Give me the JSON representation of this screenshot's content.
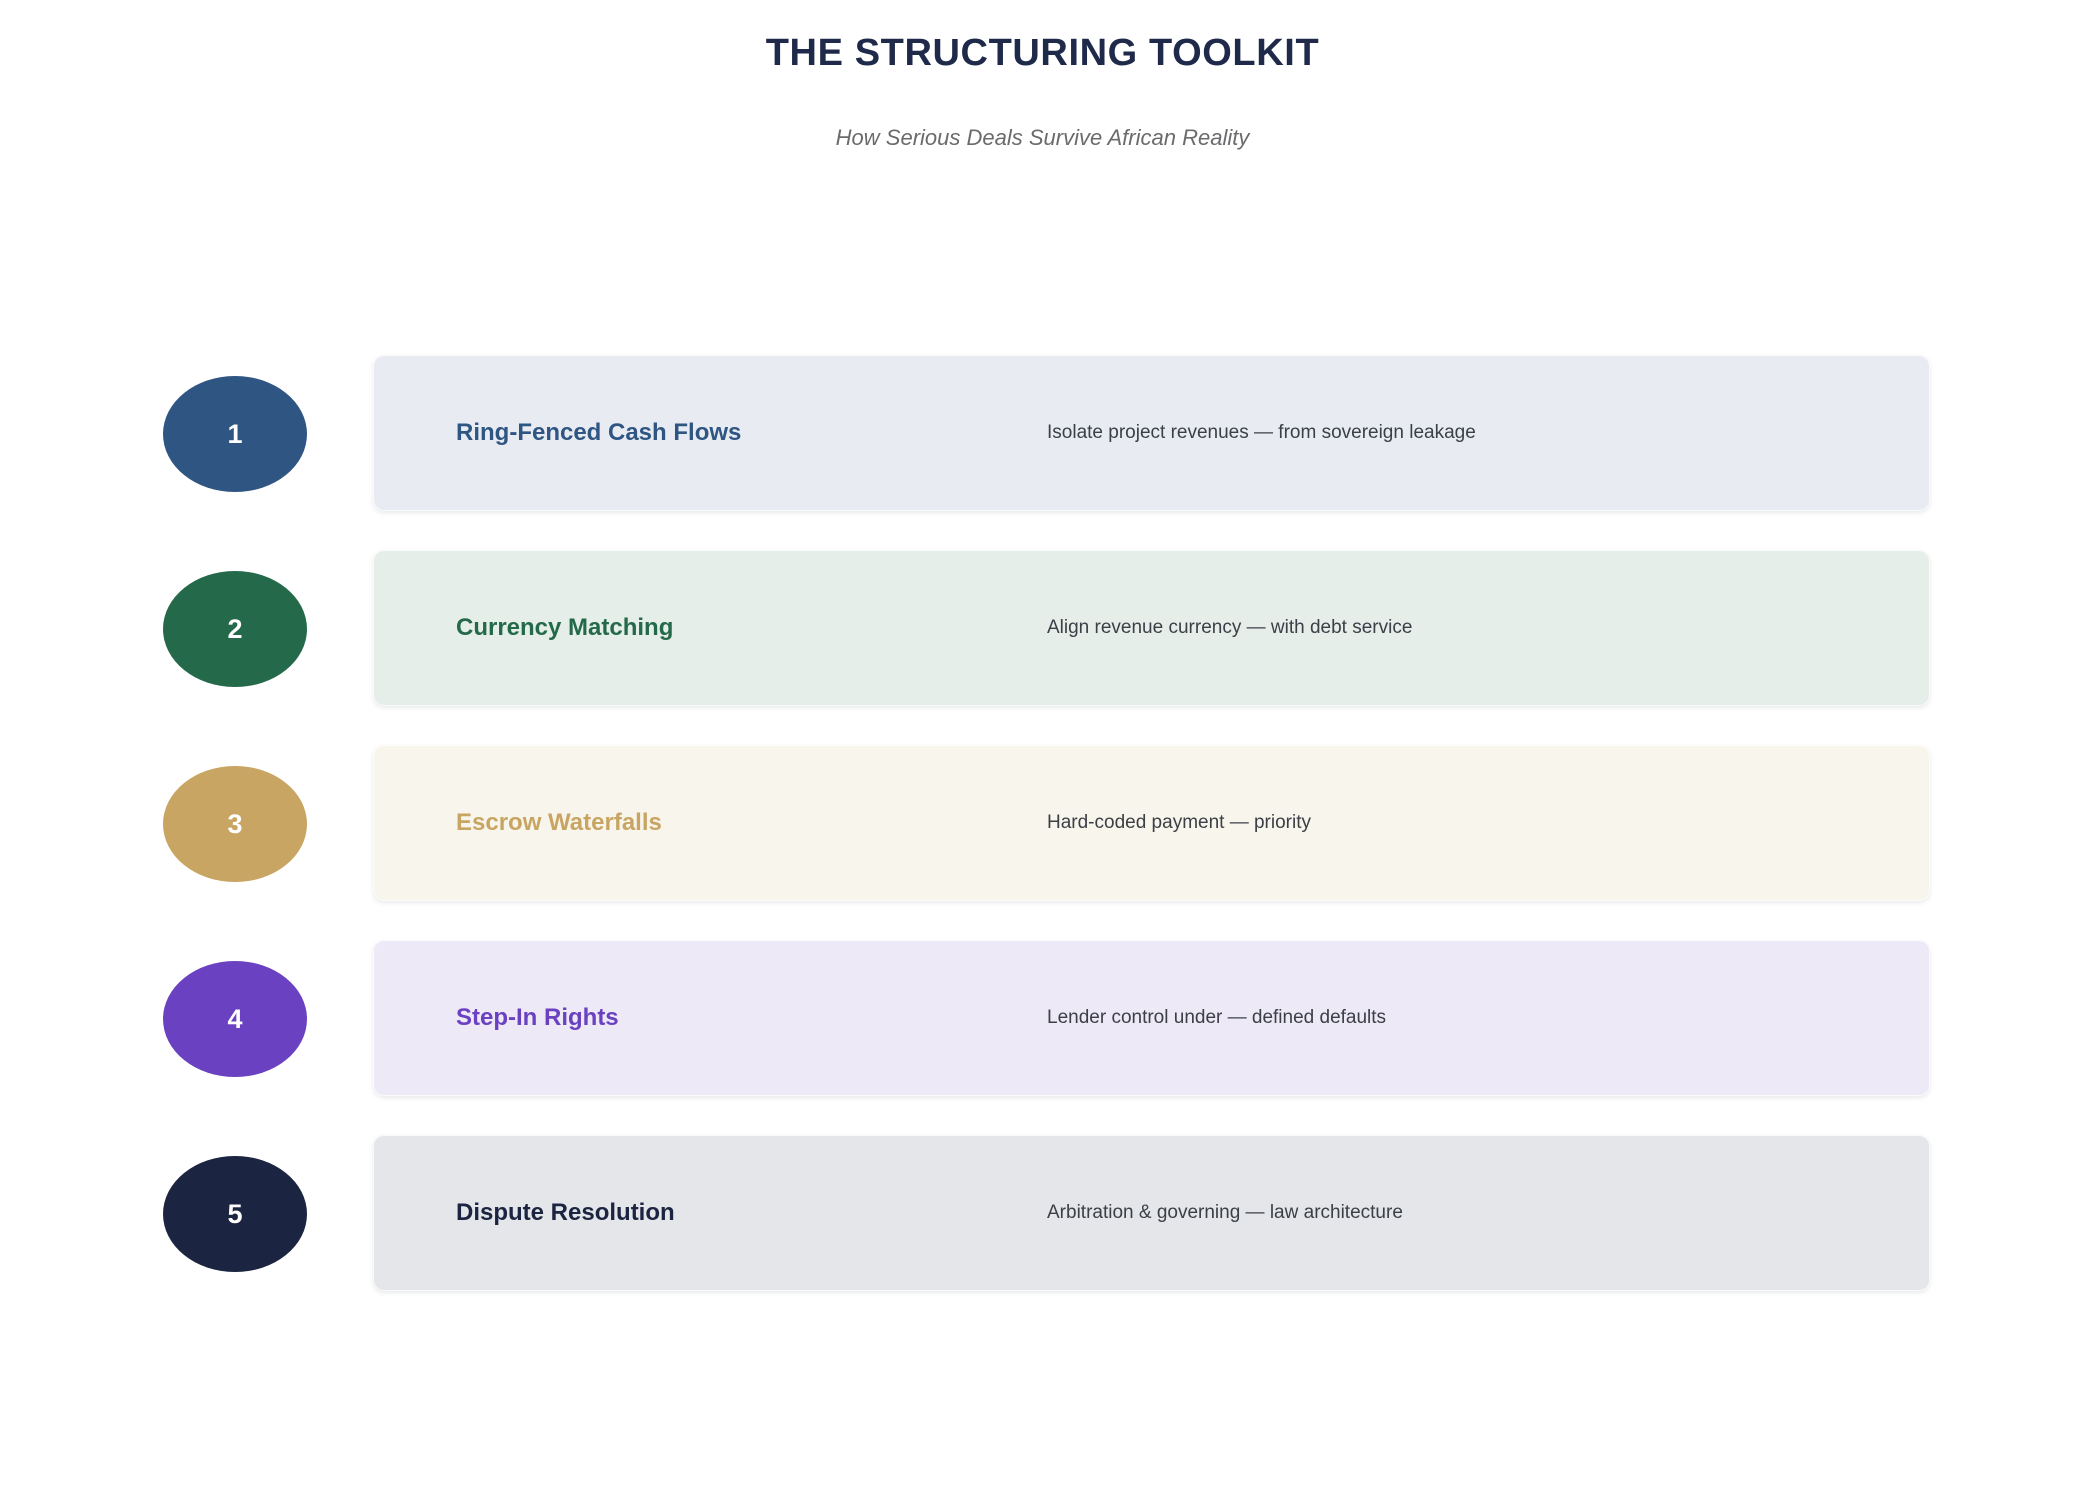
{
  "header": {
    "title": "THE STRUCTURING TOOLKIT",
    "subtitle": "How Serious Deals Survive African Reality"
  },
  "palette": {
    "title_color": "#1f2a4a",
    "subtitle_color": "#6b6b6e",
    "page_background": "#ffffff",
    "description_color": "#3b3f46"
  },
  "steps": [
    {
      "number": "1",
      "label": "Ring-Fenced Cash Flows",
      "description": "Isolate project revenues — from sovereign leakage",
      "badge_color": "#2f5583",
      "card_color": "#e8ecf2",
      "label_color": "#2f5583"
    },
    {
      "number": "2",
      "label": "Currency Matching",
      "description": "Align revenue currency — with debt service",
      "badge_color": "#24694a",
      "card_color": "#e6eeea",
      "label_color": "#24694a"
    },
    {
      "number": "3",
      "label": "Escrow Waterfalls",
      "description": "Hard-coded payment — priority",
      "badge_color": "#c8a563",
      "card_color": "#f8f5ec",
      "label_color": "#c8a563"
    },
    {
      "number": "4",
      "label": "Step-In Rights",
      "description": "Lender control under — defined defaults",
      "badge_color": "#6a41c0",
      "card_color": "#ede9f7",
      "label_color": "#6a41c0"
    },
    {
      "number": "5",
      "label": "Dispute Resolution",
      "description": "Arbitration & governing — law architecture",
      "badge_color": "#1b2440",
      "card_color": "#e4e6ea",
      "label_color": "#1b2440"
    }
  ]
}
